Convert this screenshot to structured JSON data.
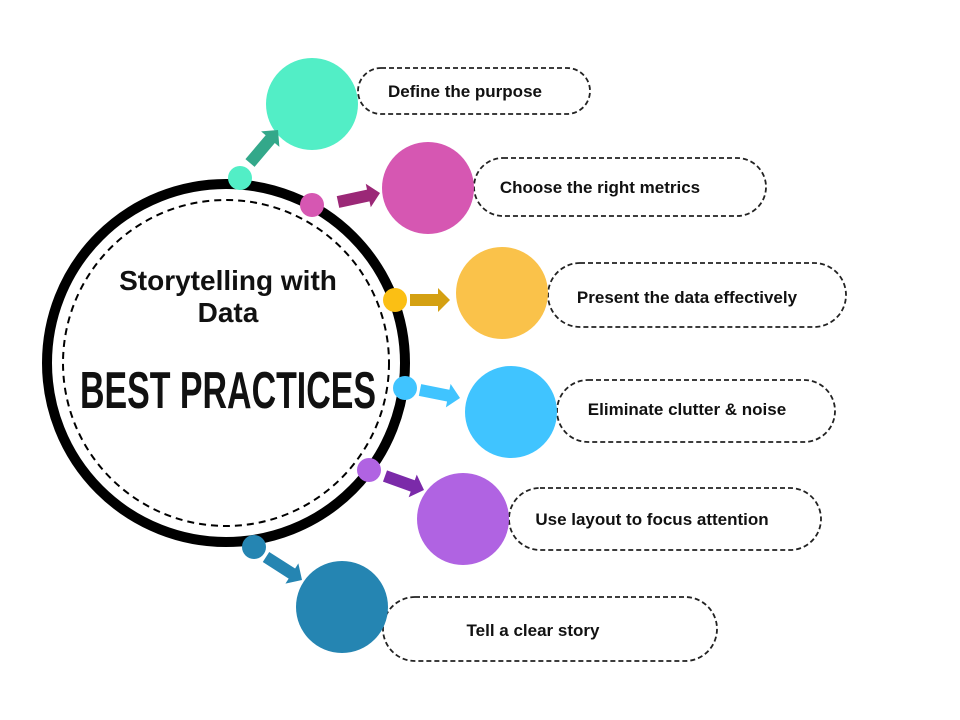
{
  "center": {
    "subtitle_line1": "Storytelling with",
    "subtitle_line2": "Data",
    "title": "BEST PRACTICES"
  },
  "items": [
    {
      "label": "Define the purpose",
      "color": "#52eec6",
      "arrow_color": "#33a88a"
    },
    {
      "label": "Choose the right metrics",
      "color": "#d657b2",
      "arrow_color": "#9b2877"
    },
    {
      "label": "Present the data effectively",
      "color": "#fac24a",
      "arrow_color": "#d4a012",
      "dot_color": "#fbbf14"
    },
    {
      "label": "Eliminate clutter & noise",
      "color": "#40c4ff",
      "arrow_color": "#40c4ff"
    },
    {
      "label": "Use layout to focus attention",
      "color": "#b063e2",
      "arrow_color": "#7b2aa9"
    },
    {
      "label": "Tell a clear story",
      "color": "#2585b2",
      "arrow_color": "#2585b2"
    }
  ]
}
